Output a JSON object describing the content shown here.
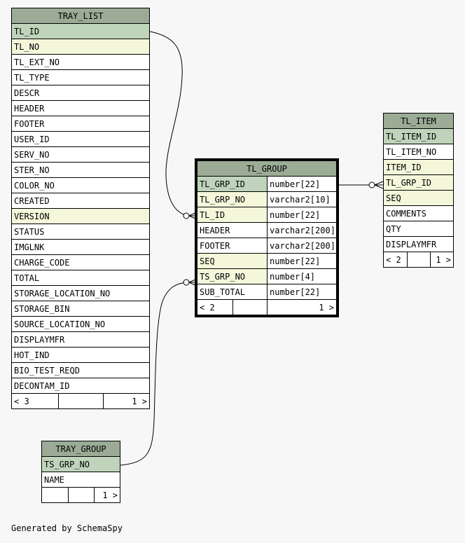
{
  "tray_list": {
    "name": "TRAY_LIST",
    "columns": [
      "TL_ID",
      "TL_NO",
      "TL_EXT_NO",
      "TL_TYPE",
      "DESCR",
      "HEADER",
      "FOOTER",
      "USER_ID",
      "SERV_NO",
      "STER_NO",
      "COLOR_NO",
      "CREATED",
      "VERSION",
      "STATUS",
      "IMGLNK",
      "CHARGE_CODE",
      "TOTAL",
      "STORAGE_LOCATION_NO",
      "STORAGE_BIN",
      "SOURCE_LOCATION_NO",
      "DISPLAYMFR",
      "HOT_IND",
      "BIO_TEST_REQD",
      "DECONTAM_ID"
    ],
    "parents": "< 3",
    "children": "1 >"
  },
  "tl_group": {
    "name": "TL_GROUP",
    "columns": [
      {
        "name": "TL_GRP_ID",
        "type": "number[22]"
      },
      {
        "name": "TL_GRP_NO",
        "type": "varchar2[10]"
      },
      {
        "name": "TL_ID",
        "type": "number[22]"
      },
      {
        "name": "HEADER",
        "type": "varchar2[200]"
      },
      {
        "name": "FOOTER",
        "type": "varchar2[200]"
      },
      {
        "name": "SEQ",
        "type": "number[22]"
      },
      {
        "name": "TS_GRP_NO",
        "type": "number[4]"
      },
      {
        "name": "SUB_TOTAL",
        "type": "number[22]"
      }
    ],
    "parents": "< 2",
    "children": "1 >"
  },
  "tl_item": {
    "name": "TL_ITEM",
    "columns": [
      "TL_ITEM_ID",
      "TL_ITEM_NO",
      "ITEM_ID",
      "TL_GRP_ID",
      "SEQ",
      "COMMENTS",
      "QTY",
      "DISPLAYMFR"
    ],
    "parents": "< 2",
    "children": "1 >"
  },
  "tray_group": {
    "name": "TRAY_GROUP",
    "columns": [
      "TS_GRP_NO",
      "NAME"
    ],
    "children": "1 >"
  },
  "footer_text": "Generated by SchemaSpy"
}
